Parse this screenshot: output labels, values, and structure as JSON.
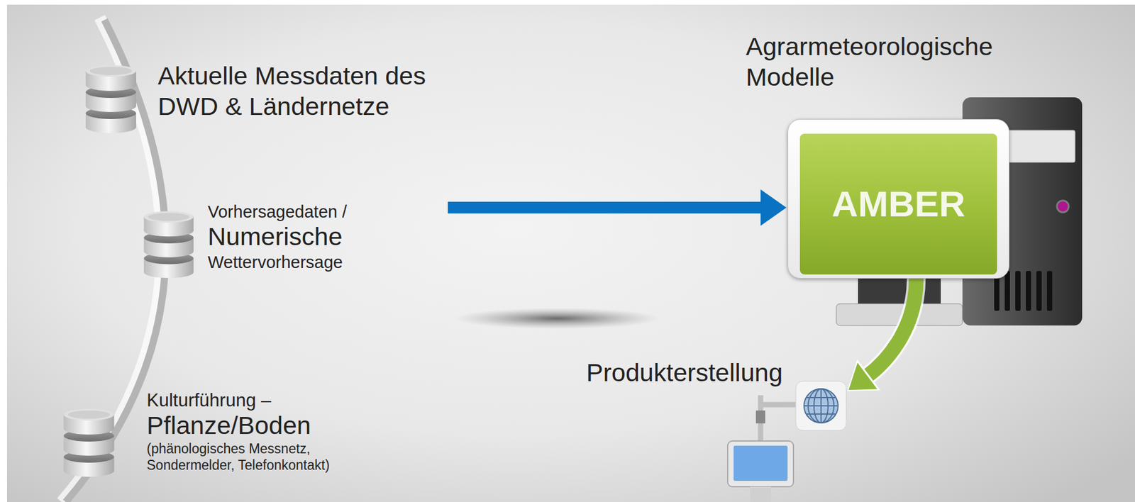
{
  "diagram": {
    "nodes": [
      {
        "text": [
          "Aktuelle Messdaten des DWD & Ländernetze"
        ]
      },
      {
        "text": [
          "Vorhersagedaten /",
          "Numerische",
          "Wettervorhersage"
        ]
      },
      {
        "text": [
          "Kulturführung –",
          "Pflanze/Boden",
          "(phänologisches Messnetz, Sondermelder, Telefonkontakt)"
        ]
      },
      {
        "text": [
          "Agrarmeteorologische Modelle",
          "AMBER"
        ]
      },
      {
        "text": [
          "Produkterstellung"
        ]
      }
    ],
    "edges": [
      {
        "from": 1,
        "to": 3,
        "arrow": "to"
      },
      {
        "from": 3,
        "to": 4,
        "arrow": "to"
      }
    ]
  }
}
